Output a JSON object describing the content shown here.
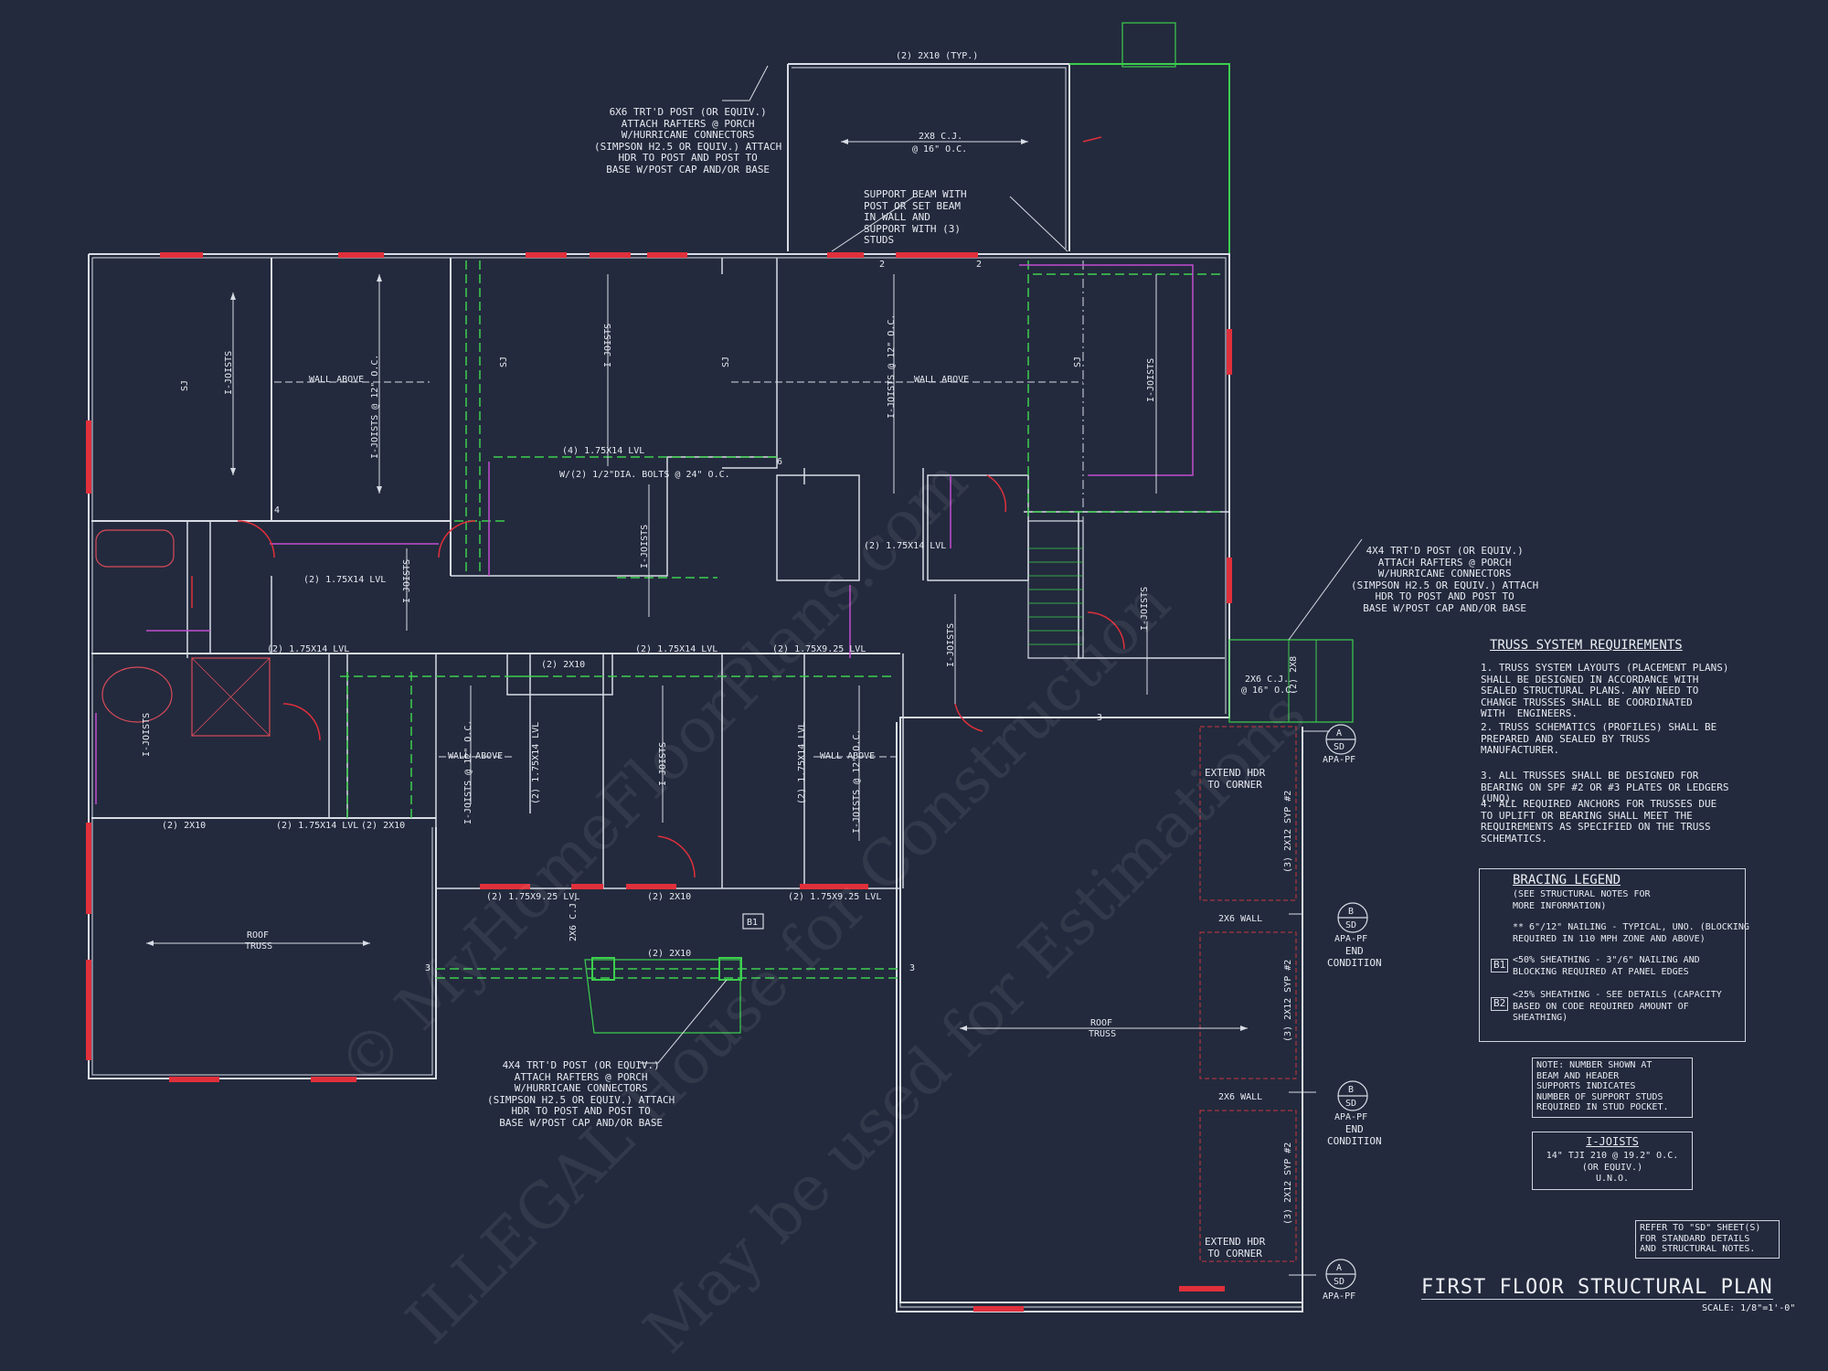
{
  "title": "FIRST FLOOR STRUCTURAL PLAN",
  "scale": "SCALE: 1/8\"=1'-0\"",
  "watermark": {
    "line1": "© MyHomeFloorPlans.com",
    "line2": "ILLEGAL House for Construction",
    "line3": "May be used for Estimations"
  },
  "truss_requirements": {
    "heading": "TRUSS SYSTEM REQUIREMENTS",
    "notes": [
      "1. TRUSS SYSTEM LAYOUTS (PLACEMENT PLANS)\nSHALL BE DESIGNED IN ACCORDANCE WITH\nSEALED STRUCTURAL PLANS. ANY NEED TO\nCHANGE TRUSSES SHALL BE COORDINATED\nWITH  ENGINEERS.",
      "2. TRUSS SCHEMATICS (PROFILES) SHALL BE\nPREPARED AND SEALED BY TRUSS\nMANUFACTURER.",
      "3. ALL TRUSSES SHALL BE DESIGNED FOR\nBEARING ON SPF #2 OR #3 PLATES OR LEDGERS\n(UNO).",
      "4. ALL REQUIRED ANCHORS FOR TRUSSES DUE\nTO UPLIFT OR BEARING SHALL MEET THE\nREQUIREMENTS AS SPECIFIED ON THE TRUSS\nSCHEMATICS."
    ]
  },
  "bracing_legend": {
    "heading": "BRACING LEGEND",
    "sub": "(SEE STRUCTURAL NOTES FOR\nMORE INFORMATION)",
    "item1": "** 6\"/12\" NAILING - TYPICAL, UNO. (BLOCKING\nREQUIRED IN 110 MPH ZONE AND ABOVE)",
    "b1_tag": "B1",
    "b1": "<50% SHEATHING - 3\"/6\" NAILING AND\nBLOCKING REQUIRED AT PANEL EDGES",
    "b2_tag": "B2",
    "b2": "<25% SHEATHING - SEE DETAILS (CAPACITY\nBASED ON CODE REQUIRED AMOUNT OF\nSHEATHING)"
  },
  "stud_note": "NOTE: NUMBER SHOWN AT\nBEAM AND HEADER\nSUPPORTS INDICATES\nNUMBER OF SUPPORT STUDS\nREQUIRED IN STUD POCKET.",
  "ijoists": {
    "heading": "I-JOISTS",
    "body": "14\" TJI 210 @ 19.2\" O.C.\n(OR EQUIV.)\nU.N.O."
  },
  "refer_note": "REFER TO \"SD\" SHEET(S)\nFOR STANDARD DETAILS\nAND STRUCTURAL NOTES.",
  "callouts": {
    "porch_post_top": "6x6 TRT'D POST (OR EQUIV.)\nATTACH RAFTERS @ PORCH\nw/HURRICANE CONNECTORS\n(SIMPSON H2.5 OR EQUIV.) ATTACH\nHDR TO POST AND POST TO\nBASE w/POST CAP AND/OR BASE",
    "support_beam": "SUPPORT BEAM WITH\nPOST OR SET BEAM\nIN WALL AND\nSUPPORT WITH (3)\nSTUDS",
    "post_right": "4x4 TRT'D POST (OR EQUIV.)\nATTACH RAFTERS @ PORCH\nw/HURRICANE CONNECTORS\n(SIMPSON H2.5 OR EQUIV.) ATTACH\nHDR TO POST AND POST TO\nBASE w/POST CAP AND/OR BASE",
    "post_bottom": "4x4 TRT'D POST (OR EQUIV.)\nATTACH RAFTERS @ PORCH\nw/HURRICANE CONNECTORS\n(SIMPSON H2.5 OR EQUIV.) ATTACH\nHDR TO POST AND POST TO\nBASE w/POST CAP AND/OR BASE",
    "extend_hdr_1": "EXTEND HDR\nTO CORNER",
    "extend_hdr_2": "EXTEND HDR\nTO CORNER",
    "end_condition_1": "END\nCONDITION",
    "end_condition_2": "END\nCONDITION"
  },
  "plan_labels": {
    "porch_rafter": "(2) 2x10 (TYP.)",
    "porch_cj": "2x8 C.J.",
    "porch_cj_oc": "@ 16\" O.C.",
    "wall_above": "WALL ABOVE",
    "ijoists": "I-JOISTS",
    "ijoists_oc": "I-JOISTS @ 12\" O.C.",
    "sj": "SJ",
    "lvl_4": "(4) 1.75x14 LVL",
    "bolts": "w/(2) 1/2\"DIA. BOLTS @ 24\" O.C.",
    "lvl_2_14": "(2) 1.75x14 LVL",
    "lvl_2_925": "(2) 1.75x9.25 LVL",
    "two_2x10": "(2) 2x10",
    "cj_2x6": "2x6 C.J.",
    "cj_2x6_oc": "@ 16\" O.C.",
    "post_2x8": "(2) 2x8",
    "roof_truss_1": "ROOF",
    "roof_truss_2": "TRUSS",
    "wall_2x6": "2x6 WALL",
    "syp_hdr": "(3) 2x12 SYP #2",
    "apa_pf": "APA-PF",
    "sd": "SD",
    "tag_a": "A",
    "tag_b": "B",
    "b1": "B1",
    "n2": "2",
    "n3": "3",
    "n4": "4",
    "n6": "6"
  }
}
